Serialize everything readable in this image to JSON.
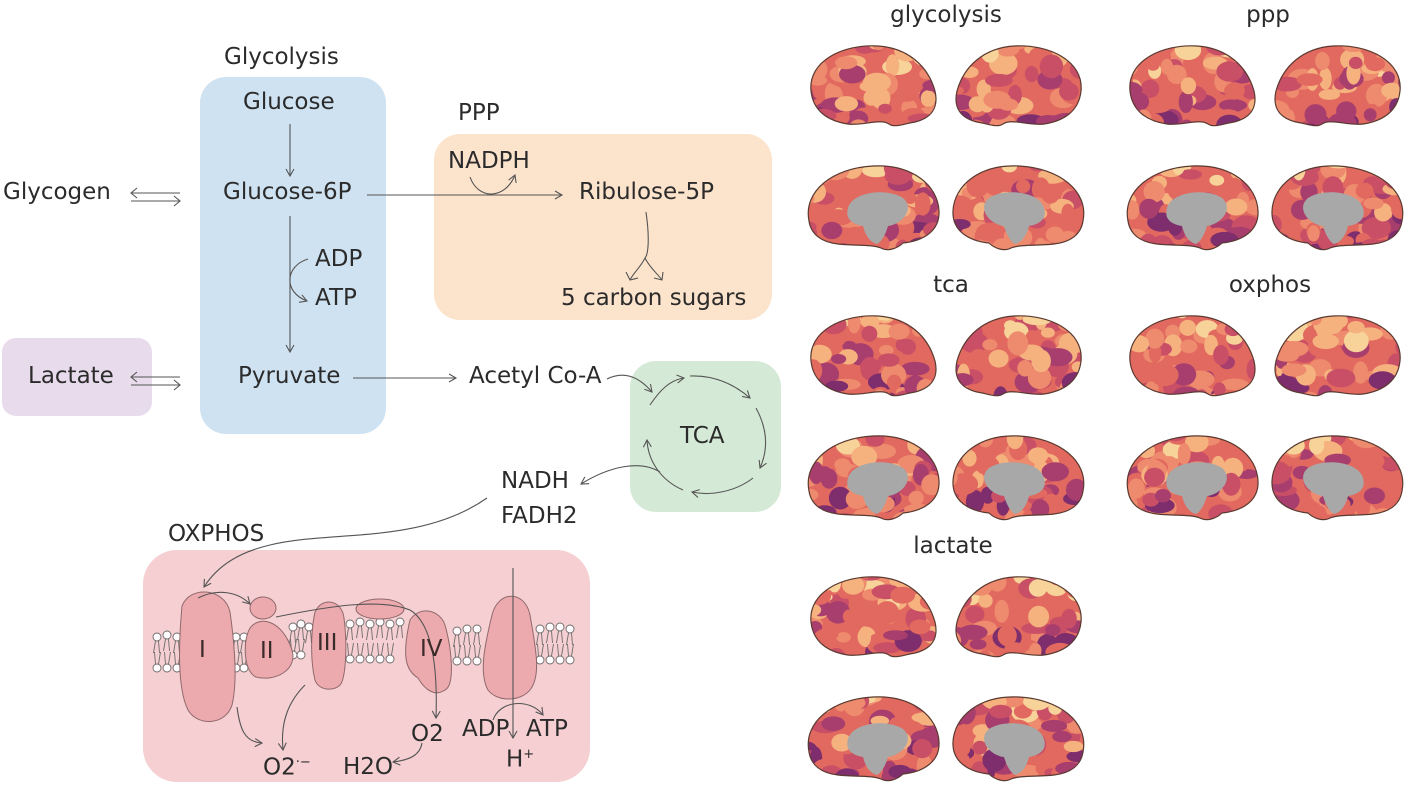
{
  "colors": {
    "glycolysis_box": "#cfe2f1",
    "ppp_box": "#fce3cc",
    "lactate_box": "#e8dcec",
    "tca_box": "#d5ead6",
    "oxphos_box": "#f5cfd1",
    "protein_fill": "#eca9ad",
    "arrow": "#555555",
    "medial_wall": "#a8a8a8"
  },
  "pathway": {
    "glycolysis": {
      "title": "Glycolysis",
      "glucose": "Glucose",
      "glucose6p": "Glucose-6P",
      "adp": "ADP",
      "atp": "ATP",
      "pyruvate": "Pyruvate"
    },
    "glycogen": "Glycogen",
    "lactate": "Lactate",
    "ppp": {
      "title": "PPP",
      "nadph": "NADPH",
      "ribulose5p": "Ribulose-5P",
      "sugars": "5 carbon sugars"
    },
    "acetyl_coa": "Acetyl Co-A",
    "tca": {
      "label": "TCA"
    },
    "nadh": "NADH",
    "fadh2": "FADH2",
    "oxphos": {
      "title": "OXPHOS",
      "complexes": [
        "I",
        "II",
        "III",
        "IV"
      ],
      "o2": "O2",
      "superoxide": "O2",
      "superoxide_sup": "·−",
      "h2o": "H2O",
      "adp": "ADP",
      "atp": "ATP",
      "proton": "H",
      "proton_sup": "+"
    }
  },
  "brain_maps": [
    {
      "title": "glycolysis"
    },
    {
      "title": "ppp"
    },
    {
      "title": "tca"
    },
    {
      "title": "oxphos"
    },
    {
      "title": "lactate"
    }
  ]
}
